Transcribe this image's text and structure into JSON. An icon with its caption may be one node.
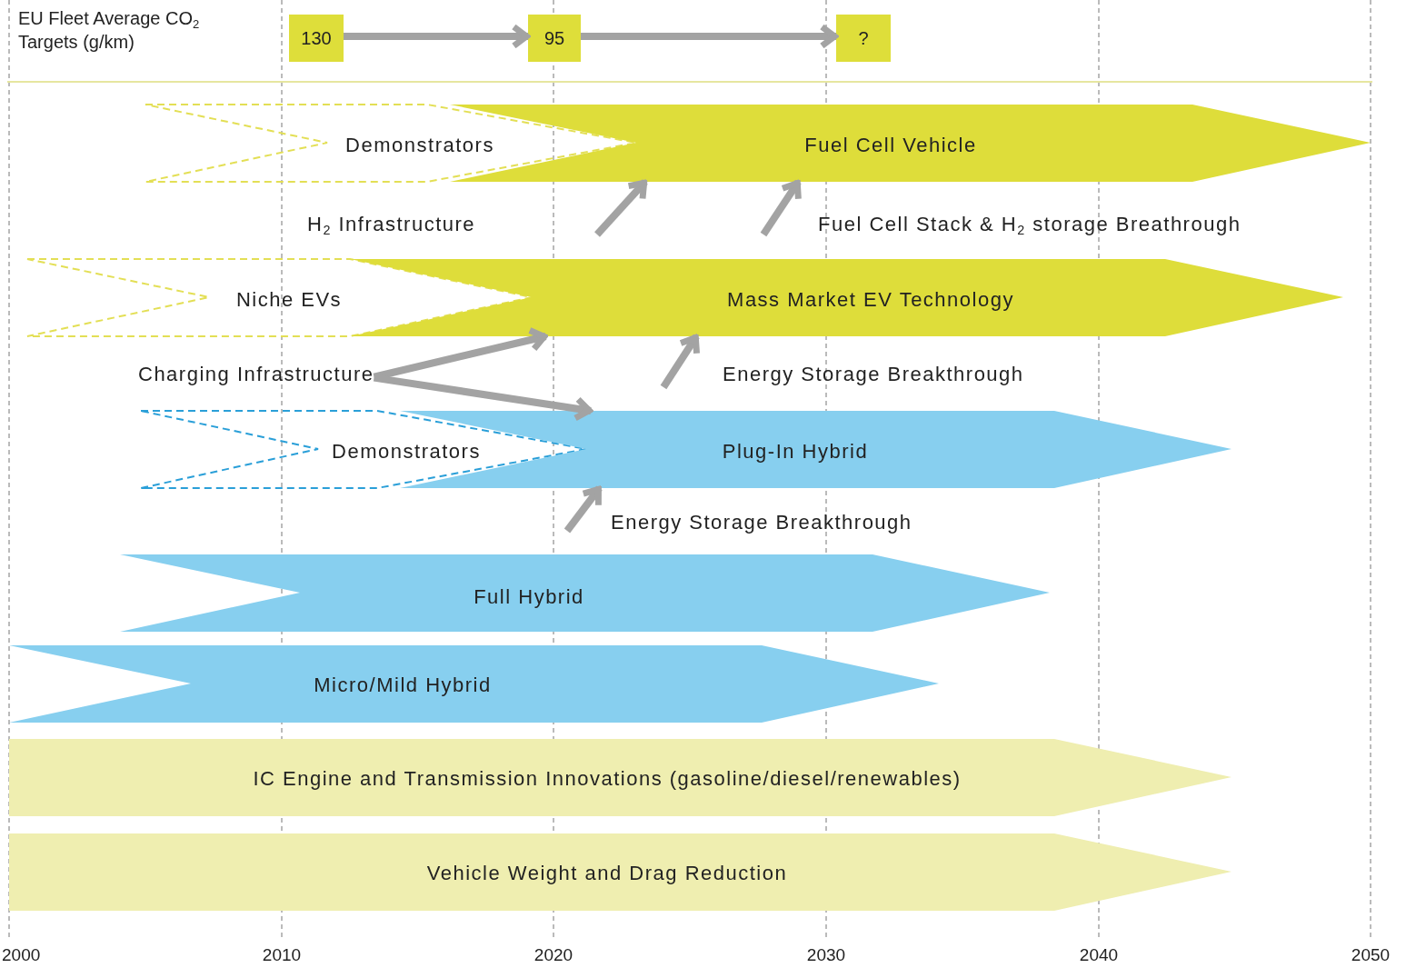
{
  "diagram": {
    "nodes": [
      {
        "text": [
          "130"
        ]
      },
      {
        "text": [
          "95"
        ]
      },
      {
        "text": [
          "?"
        ]
      },
      {
        "text": [
          "Demonstrators"
        ]
      },
      {
        "text": [
          "Fuel Cell Vehicle"
        ]
      },
      {
        "text": [
          "Niche EVs"
        ]
      },
      {
        "text": [
          "Mass Market EV Technology"
        ]
      },
      {
        "text": [
          "Charging Infrastructure"
        ]
      },
      {
        "text": [
          "Demonstrators"
        ]
      },
      {
        "text": [
          "Plug-In Hybrid"
        ]
      },
      {
        "text": [
          "Full Hybrid"
        ]
      },
      {
        "text": [
          "Micro/Mild Hybrid"
        ]
      },
      {
        "text": [
          "IC Engine and Transmission Innovations (gasoline/diesel/renewables)"
        ]
      },
      {
        "text": [
          "Vehicle Weight and Drag Reduction"
        ]
      }
    ],
    "edges": [
      {
        "from": 0,
        "to": 1,
        "arrow": "to"
      },
      {
        "from": 1,
        "to": 2,
        "arrow": "to"
      },
      {
        "from": null,
        "to": 4,
        "arrow": "to"
      },
      {
        "from": null,
        "to": 4,
        "arrow": "to"
      },
      {
        "from": 7,
        "to": 6,
        "arrow": "to"
      },
      {
        "from": 7,
        "to": 9,
        "arrow": "to"
      },
      {
        "from": null,
        "to": 6,
        "arrow": "to"
      },
      {
        "from": null,
        "to": 9,
        "arrow": "to"
      }
    ],
    "labels": [
      "EU Fleet Average CO$_{2}$ Targets (g/km)",
      "H$_{2}$ Infrastructure",
      "Fuel Cell Stack & H$_{2}$ storage Breathrough",
      "Energy Storage Breakthrough",
      "Energy Storage Breakthrough",
      "2000",
      "2010",
      "2020",
      "2030",
      "2040",
      "2050"
    ]
  }
}
